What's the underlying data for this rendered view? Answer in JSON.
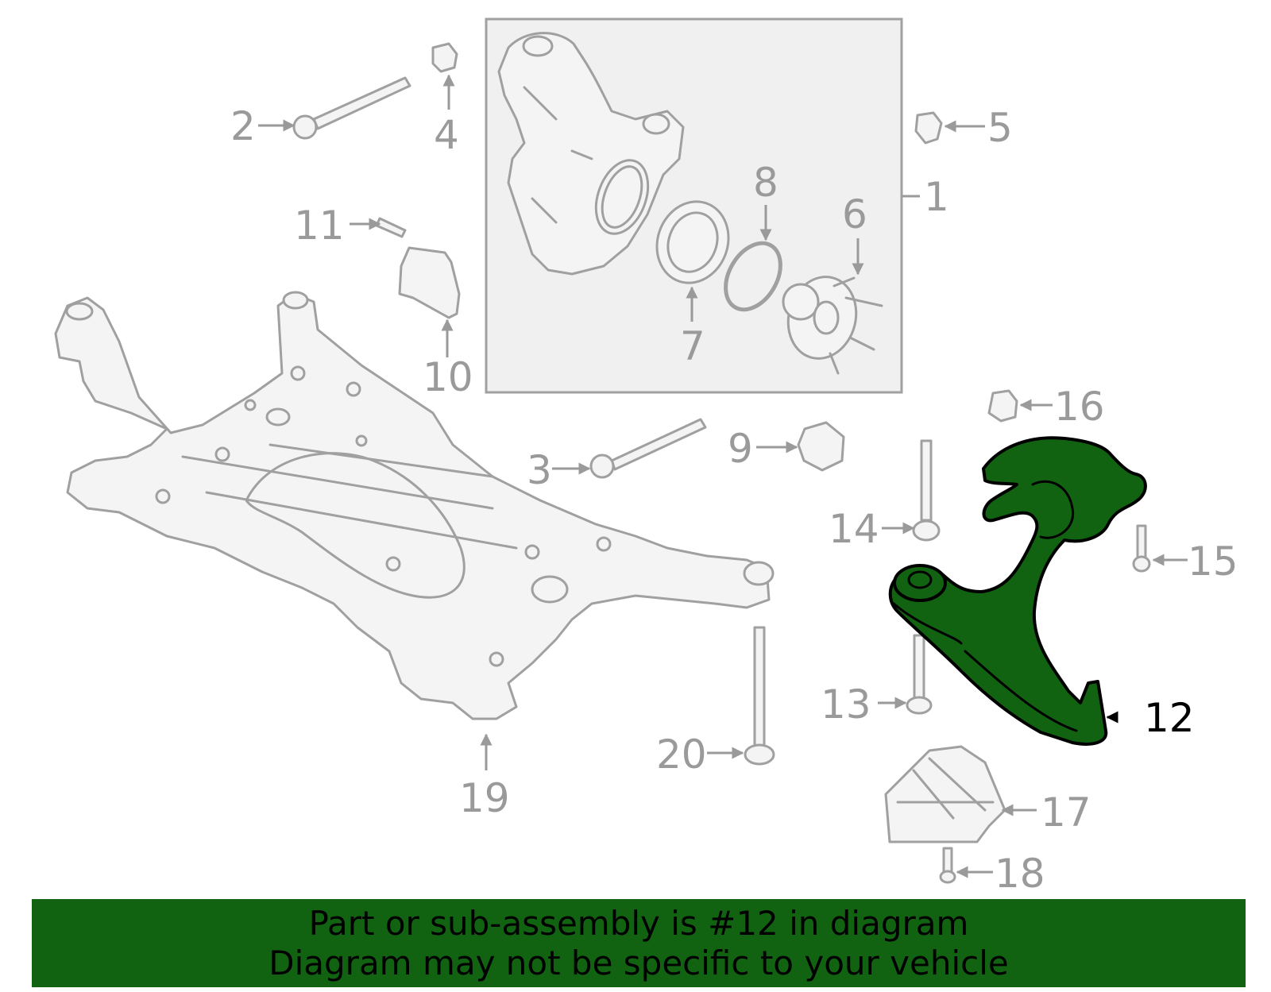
{
  "diagram": {
    "highlighted_part": "12",
    "highlight_color": "#116311",
    "part_color": "#a0a0a0",
    "callouts": [
      {
        "id": "1",
        "label": "1"
      },
      {
        "id": "2",
        "label": "2"
      },
      {
        "id": "3",
        "label": "3"
      },
      {
        "id": "4",
        "label": "4"
      },
      {
        "id": "5",
        "label": "5"
      },
      {
        "id": "6",
        "label": "6"
      },
      {
        "id": "7",
        "label": "7"
      },
      {
        "id": "8",
        "label": "8"
      },
      {
        "id": "9",
        "label": "9"
      },
      {
        "id": "10",
        "label": "10"
      },
      {
        "id": "11",
        "label": "11"
      },
      {
        "id": "12",
        "label": "12"
      },
      {
        "id": "13",
        "label": "13"
      },
      {
        "id": "14",
        "label": "14"
      },
      {
        "id": "15",
        "label": "15"
      },
      {
        "id": "16",
        "label": "16"
      },
      {
        "id": "17",
        "label": "17"
      },
      {
        "id": "18",
        "label": "18"
      },
      {
        "id": "19",
        "label": "19"
      },
      {
        "id": "20",
        "label": "20"
      }
    ]
  },
  "banner": {
    "line1": "Part or sub-assembly is #12 in diagram",
    "line2": "Diagram may not be specific to your vehicle",
    "background": "#116311"
  }
}
